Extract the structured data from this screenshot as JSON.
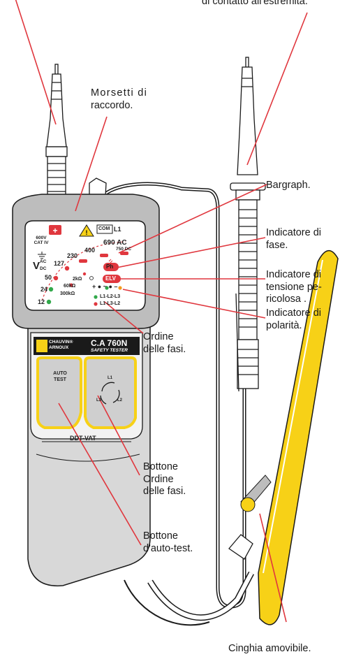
{
  "colors": {
    "red": "#e0373e",
    "strap_yellow": "#f7d117",
    "body_gray": "#c7c7c7",
    "dark": "#1a1a1a"
  },
  "callouts": {
    "top_right_fragment": "di contatto all'estremità.",
    "morsetti": [
      "Morsetti di",
      "raccordo."
    ],
    "bargraph": "Bargraph.",
    "fase": [
      "Indicatore di",
      "fase."
    ],
    "tensione": [
      "Indicatore di",
      "tensione pe-",
      "ricolosa ."
    ],
    "polarita": [
      "Indicatore di",
      "polarità."
    ],
    "ordine": [
      "Ordine",
      "delle fasi."
    ],
    "bottone_ordine": [
      "Bottone",
      "Ordine",
      "delle fasi."
    ],
    "bottone_auto": [
      "Bottone",
      "d'auto-test."
    ],
    "cinghia": "Cinghia amovibile."
  },
  "device": {
    "cat_rating": [
      "600V",
      "CAT IV"
    ],
    "com": "COM",
    "l1": "L1",
    "v_symbol": "V",
    "v_ac": "AC",
    "v_dc": "DC",
    "ac_rating": "690 AC",
    "dc_rating": "750 DC",
    "scale": [
      "12",
      "24",
      "50",
      "127",
      "230",
      "400"
    ],
    "ph": "Ph",
    "elv": "ELV",
    "ohm_2k": "2kΩ",
    "ohm_60k": "60kΩ",
    "ohm_300k": "300kΩ",
    "polarity": "+ ● ~ ● –",
    "phase_seq_1": "L1-L2-L3",
    "phase_seq_2": "L1-L3-L2",
    "brand": [
      "CHAUVIN®",
      "ARNOUX"
    ],
    "model": "C.A 760N",
    "model_sub": "SAFETY TESTER",
    "auto_test": [
      "AUTO",
      "TEST"
    ],
    "phase_labels": [
      "L1",
      "L3",
      "L2"
    ],
    "name_plate": "DDT-VAT"
  }
}
